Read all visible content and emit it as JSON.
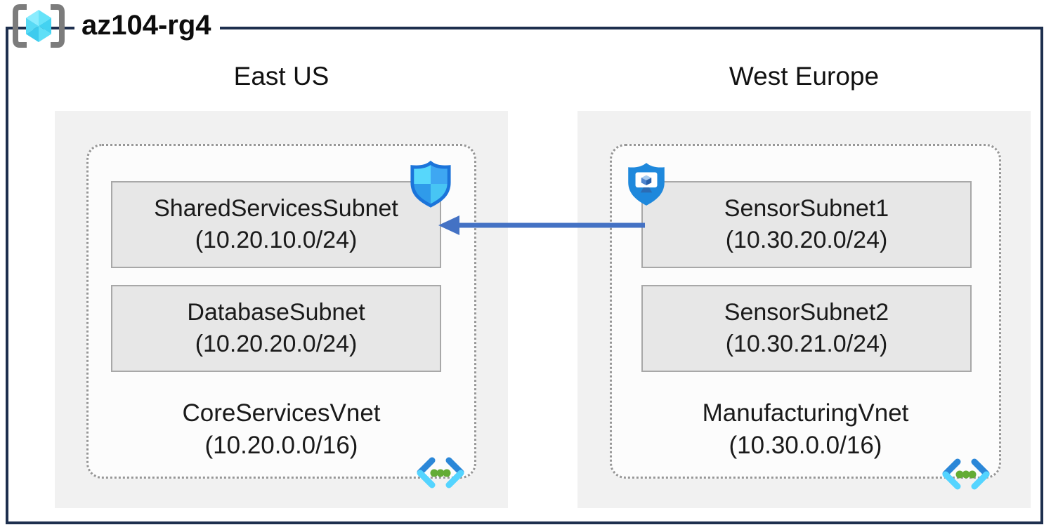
{
  "resource_group": {
    "name": "az104-rg4"
  },
  "regions": [
    {
      "name": "East US",
      "vnet": {
        "name": "CoreServicesVnet",
        "address_space": "(10.20.0.0/16)",
        "subnets": [
          {
            "name": "SharedServicesSubnet",
            "address_range": "(10.20.10.0/24)"
          },
          {
            "name": "DatabaseSubnet",
            "address_range": "(10.20.20.0/24)"
          }
        ]
      }
    },
    {
      "name": "West Europe",
      "vnet": {
        "name": "ManufacturingVnet",
        "address_space": "(10.30.0.0/16)",
        "subnets": [
          {
            "name": "SensorSubnet1",
            "address_range": "(10.30.20.0/24)"
          },
          {
            "name": "SensorSubnet2",
            "address_range": "(10.30.21.0/24)"
          }
        ]
      }
    }
  ],
  "connection": {
    "from": "SensorSubnet1",
    "to": "SharedServicesSubnet",
    "style": "arrow",
    "color": "#4472C4"
  },
  "icons": {
    "resource_group": "resource-group-icon",
    "shared_services_subnet": "defender-shield-icon",
    "sensor_subnet1": "defender-device-shield-icon",
    "core_services_vnet": "virtual-network-icon",
    "manufacturing_vnet": "virtual-network-icon"
  },
  "colors": {
    "frame_border": "#1E2F4E",
    "region_fill": "#F1F1F1",
    "vnet_fill": "#FCFCFC",
    "vnet_border": "#979797",
    "subnet_fill": "#E7E7E7",
    "subnet_border": "#A8A8A8",
    "arrow": "#4472C4",
    "azure_cyan": "#50E6FF",
    "azure_blue": "#1B74DA",
    "vnet_green_dot": "#63AC35"
  }
}
